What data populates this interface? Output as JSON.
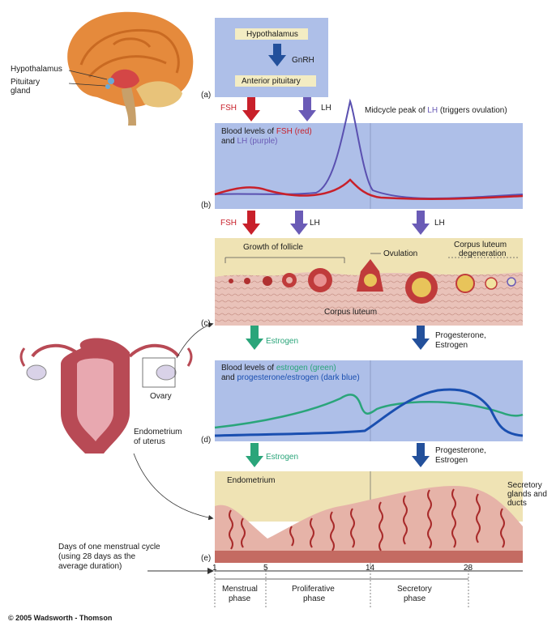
{
  "labels": {
    "hypothalamus_left": "Hypothalamus",
    "pituitary_left_1": "Pituitary",
    "pituitary_left_2": "gland",
    "hypothalamus_box": "Hypothalamus",
    "gnrh": "GnRH",
    "anterior_pituitary": "Anterior pituitary",
    "panel_a": "(a)",
    "panel_b": "(b)",
    "panel_c": "(c)",
    "panel_d": "(d)",
    "panel_e": "(e)",
    "fsh": "FSH",
    "lh": "LH",
    "midcycle_prefix": "Midcycle peak of ",
    "midcycle_lh": "LH",
    "midcycle_suffix": " (triggers ovulation)",
    "blood_fsh_1a": "Blood levels of ",
    "blood_fsh_1b": "FSH",
    "blood_fsh_1c": " (red)",
    "blood_fsh_2a": "and ",
    "blood_fsh_2b": "LH",
    "blood_fsh_2c": " (purple)",
    "fsh2": "FSH",
    "lh2": "LH",
    "lh3": "LH",
    "growth_follicle": "Growth of follicle",
    "ovulation": "Ovulation",
    "corpus_luteum_deg_1": "Corpus luteum",
    "corpus_luteum_deg_2": "degeneration",
    "corpus_luteum": "Corpus luteum",
    "estrogen_1": "Estrogen",
    "progesterone_1a": "Progesterone,",
    "progesterone_1b": "Estrogen",
    "blood_est_1a": "Blood levels of ",
    "blood_est_1b": "estrogen (green)",
    "blood_est_2a": "and ",
    "blood_est_2b": "progesterone/estrogen (dark blue)",
    "estrogen_2": "Estrogen",
    "progesterone_2a": "Progesterone,",
    "progesterone_2b": "Estrogen",
    "endometrium": "Endometrium",
    "secretory_glands_1": "Secretory",
    "secretory_glands_2": "glands and",
    "secretory_glands_3": "ducts",
    "ovary": "Ovary",
    "endometrium_uterus_1": "Endometrium",
    "endometrium_uterus_2": "of uterus",
    "days_1": "Days of one menstrual cycle",
    "days_2": "(using 28 days as the",
    "days_3": "average duration)",
    "tick_1": "1",
    "tick_5": "5",
    "tick_14": "14",
    "tick_28": "28",
    "phase_menstrual_1": "Menstrual",
    "phase_menstrual_2": "phase",
    "phase_prolif_1": "Proliferative",
    "phase_prolif_2": "phase",
    "phase_secret_1": "Secretory",
    "phase_secret_2": "phase",
    "copyright": "© 2005 Wadsworth - Thomson"
  },
  "colors": {
    "panel_blue": "#aebfe8",
    "panel_tan": "#efe3b4",
    "fsh_red": "#c8202a",
    "lh_purple": "#6a5bb6",
    "estrogen_green": "#2aa57a",
    "progesterone_blue": "#1a4fb0",
    "tissue": "#e8c0b8",
    "dark_blue_arrow": "#23509b"
  }
}
